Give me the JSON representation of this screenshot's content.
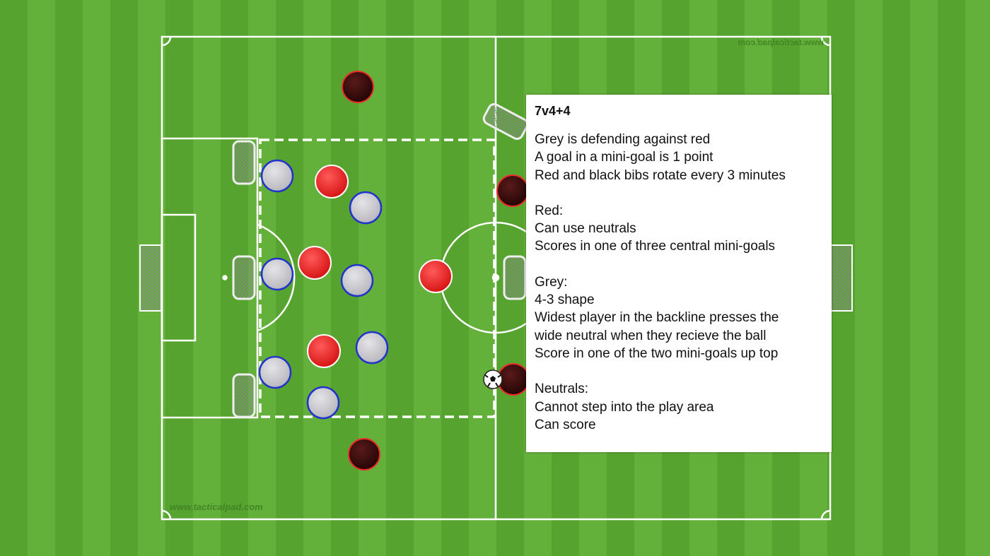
{
  "watermark": "www.tacticalpad.com",
  "drill_title": "7v4+4",
  "sections": [
    {
      "lines": [
        "Grey is defending against red",
        "A goal in a mini-goal is 1 point",
        "Red and black bibs rotate every 3 minutes"
      ]
    },
    {
      "lines": [
        "Red:",
        "Can use neutrals",
        "Scores in one of three central mini-goals"
      ]
    },
    {
      "lines": [
        "Grey:",
        "4-3 shape",
        "Widest player in the backline presses the",
        "wide neutral when they recieve the ball",
        "Score in one of the two mini-goals up top"
      ]
    },
    {
      "lines": [
        "Neutrals:",
        "Cannot step into the play area",
        "Can score"
      ]
    }
  ],
  "colors": {
    "grass_light": "#63b13a",
    "grass_dark": "#56a42f",
    "red_team": "#ee1f1f",
    "grey_team": "#c8c8cc",
    "grey_outline": "#2233cc",
    "neutral": "#3a0a0a",
    "neutral_outline": "#ee2a2a"
  }
}
